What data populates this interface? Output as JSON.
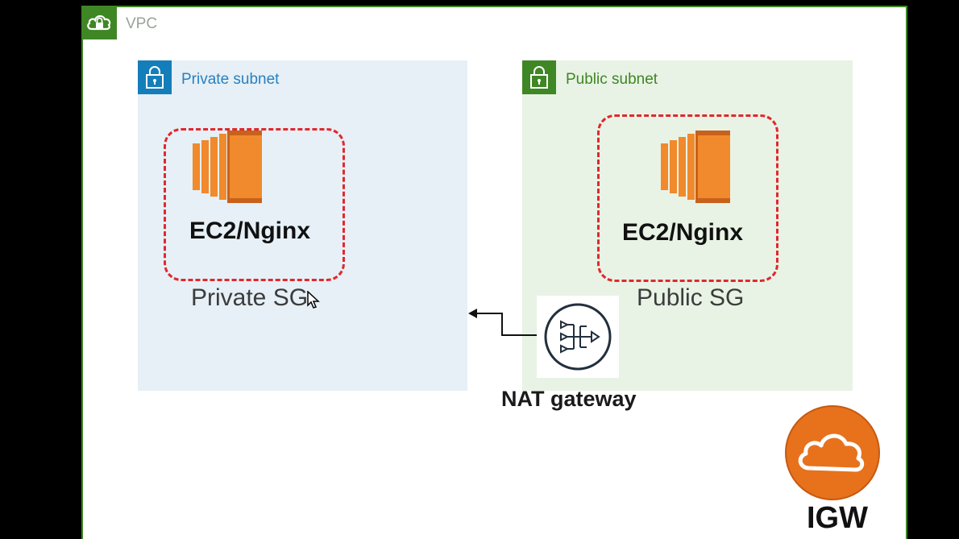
{
  "vpc": {
    "label": "VPC",
    "color": "#3f8624"
  },
  "private_subnet": {
    "label": "Private subnet",
    "instance_label": "EC2/Nginx",
    "sg_label": "Private SG",
    "badge_color": "#147eba"
  },
  "public_subnet": {
    "label": "Public subnet",
    "instance_label": "EC2/Nginx",
    "sg_label": "Public SG",
    "badge_color": "#3f8624"
  },
  "nat_gateway": {
    "label": "NAT gateway"
  },
  "igw": {
    "label": "IGW",
    "color": "#e8711c"
  },
  "colors": {
    "sg_border": "#e0282e",
    "ec2": "#f08a2c"
  },
  "icons": [
    "vpc-cloud-lock-icon",
    "lock-icon",
    "ec2-instance-icon",
    "nat-gateway-icon",
    "internet-gateway-cloud-icon",
    "mouse-cursor-icon"
  ]
}
